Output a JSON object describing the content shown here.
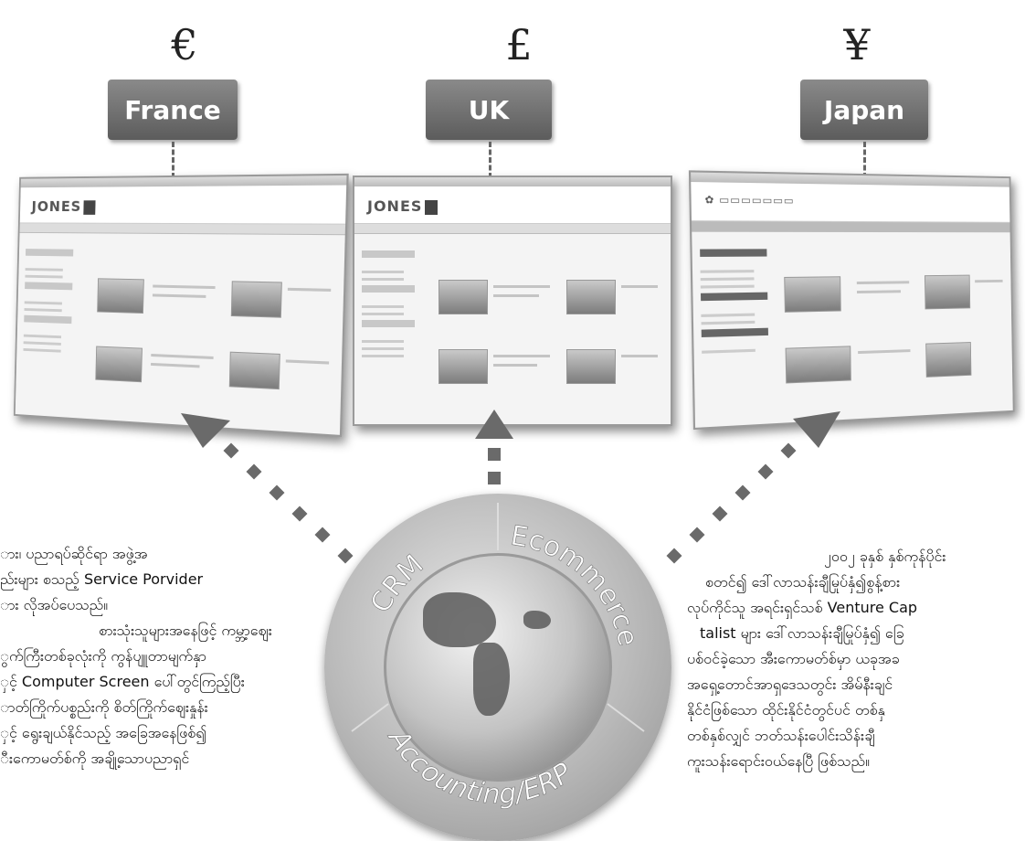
{
  "countries": [
    {
      "symbol": "€",
      "name": "France",
      "logo": "JONES"
    },
    {
      "symbol": "£",
      "name": "UK",
      "logo": "JONES"
    },
    {
      "symbol": "¥",
      "name": "Japan",
      "logo": ""
    }
  ],
  "globe": {
    "top_left": "CRM",
    "top_right": "Ecommerce",
    "bottom": "Accounting/ERP"
  },
  "left_text": [
    "ား၊ ပညာရပ်ဆိုင်ရာ အဖွဲ့အ",
    "ည်းများ စသည့် Service Porvider",
    "ား လိုအပ်ပေသည်။",
    "စားသုံးသူများအနေဖြင့် ကမ္ဘာ့ဈေး",
    "ွက်ကြီးတစ်ခုလုံးကို ကွန်ပျူတာမျက်နှာ",
    "ှင့် Computer Screen ပေါ်တွင်ကြည့်ပြီး",
    "ာတ်ကြိုက်ပစ္စည်းကို စိတ်ကြိုက်ဈေးနှုန်း",
    "ှင့် ရွေးချယ်နိုင်သည့် အခြေအနေဖြစ်၍",
    "ီးကောမတ်စ်ကို အချို့သောပညာရှင်"
  ],
  "right_text": [
    "၂၀၀၂ ခုနှစ် နှစ်ကုန်ပိုင်း",
    "စတင်၍ ဒေါ်လာသန်းချီမြုပ်နှံ၍စွန့်စား",
    "လုပ်ကိုင်သူ အရင်းရှင်သစ် Venture Cap",
    "talist များ ဒေါ်လာသန်းချီမြုပ်နှံ၍ ခြေ",
    "ပစ်ဝင်ခဲ့သော အီးကောမတ်စ်မှာ ယခုအခ",
    "အရှေ့တောင်အာရှဒေသတွင်း အိမ်နီးချင်",
    "နိုင်ငံဖြစ်သော ထိုင်းနိုင်ငံတွင်ပင် တစ်နှ",
    "တစ်နှစ်လျှင် ဘတ်သန်းပေါင်းသိန်းချီ",
    "ကူးသန်းရောင်းဝယ်နေပြီ ဖြစ်သည်။"
  ]
}
